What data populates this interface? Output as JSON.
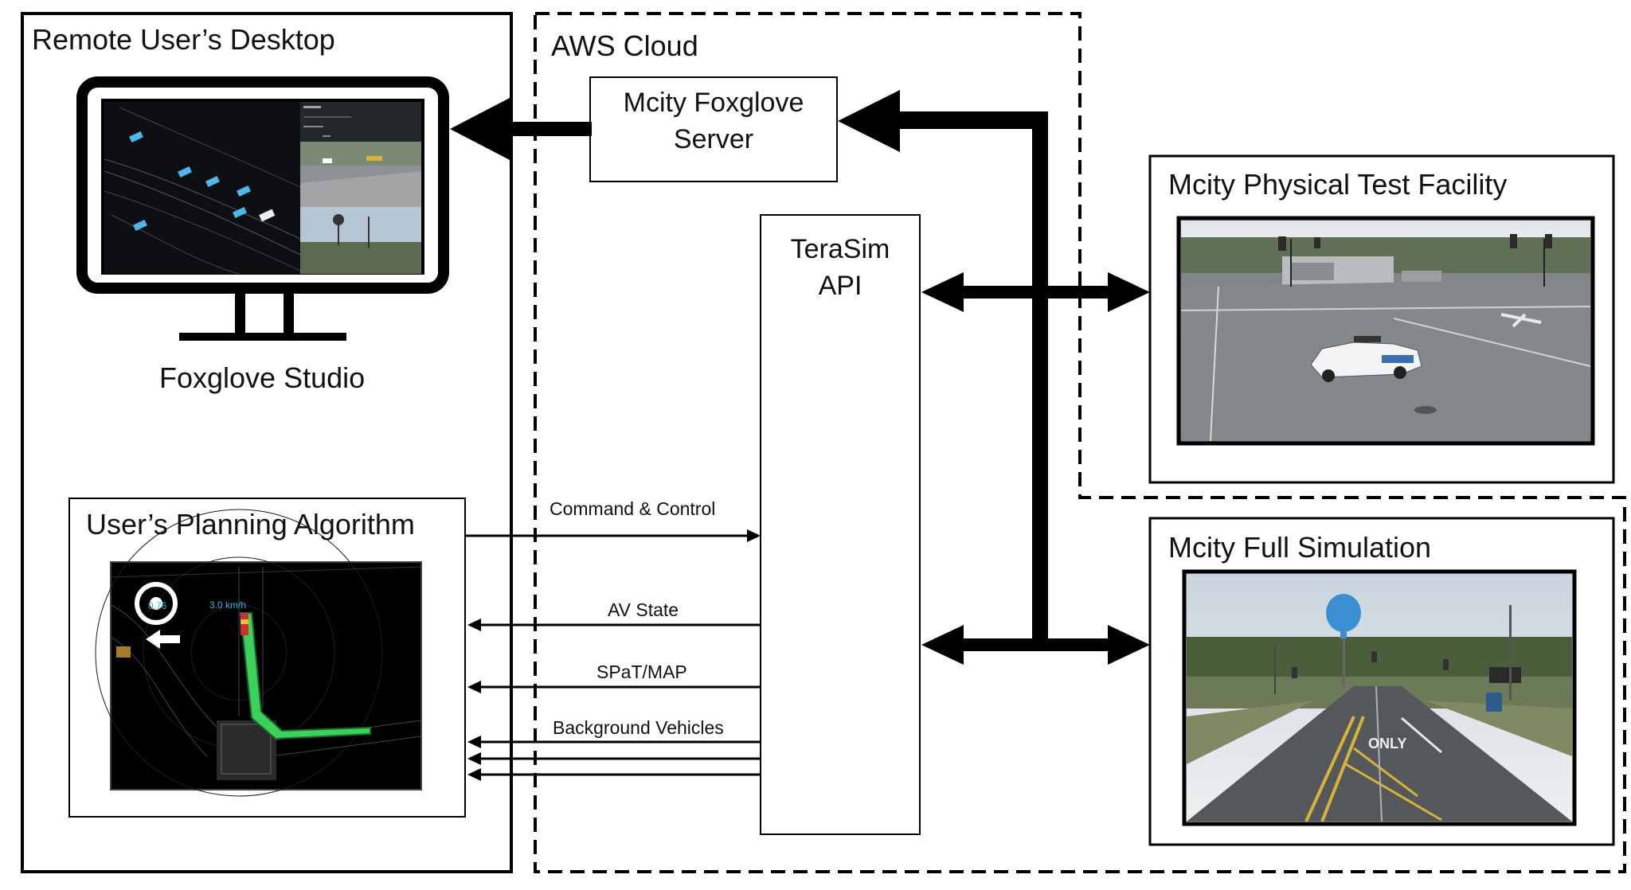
{
  "remote_desktop": {
    "title": "Remote User’s Desktop",
    "caption": "Foxglove Studio"
  },
  "aws_cloud": {
    "title": "AWS Cloud"
  },
  "foxglove_server": {
    "line1": "Mcity Foxglove",
    "line2": "Server"
  },
  "terasim_api": {
    "line1": "TeraSim",
    "line2": "API"
  },
  "physical_facility": {
    "title": "Mcity Physical Test Facility"
  },
  "full_simulation": {
    "title": "Mcity Full Simulation"
  },
  "planning_algorithm": {
    "title": "User’s Planning Algorithm"
  },
  "flows": {
    "command_control": "Command & Control",
    "av_state": "AV State",
    "spat_map": "SPaT/MAP",
    "background_vehicles": "Background Vehicles"
  },
  "sim_road_marking": "ONLY",
  "colors": {
    "line": "#000000",
    "screen_dark": "#101214",
    "route_green": "#3bd15a",
    "sky": "#e9edf1",
    "asphalt": "#6f7276"
  }
}
